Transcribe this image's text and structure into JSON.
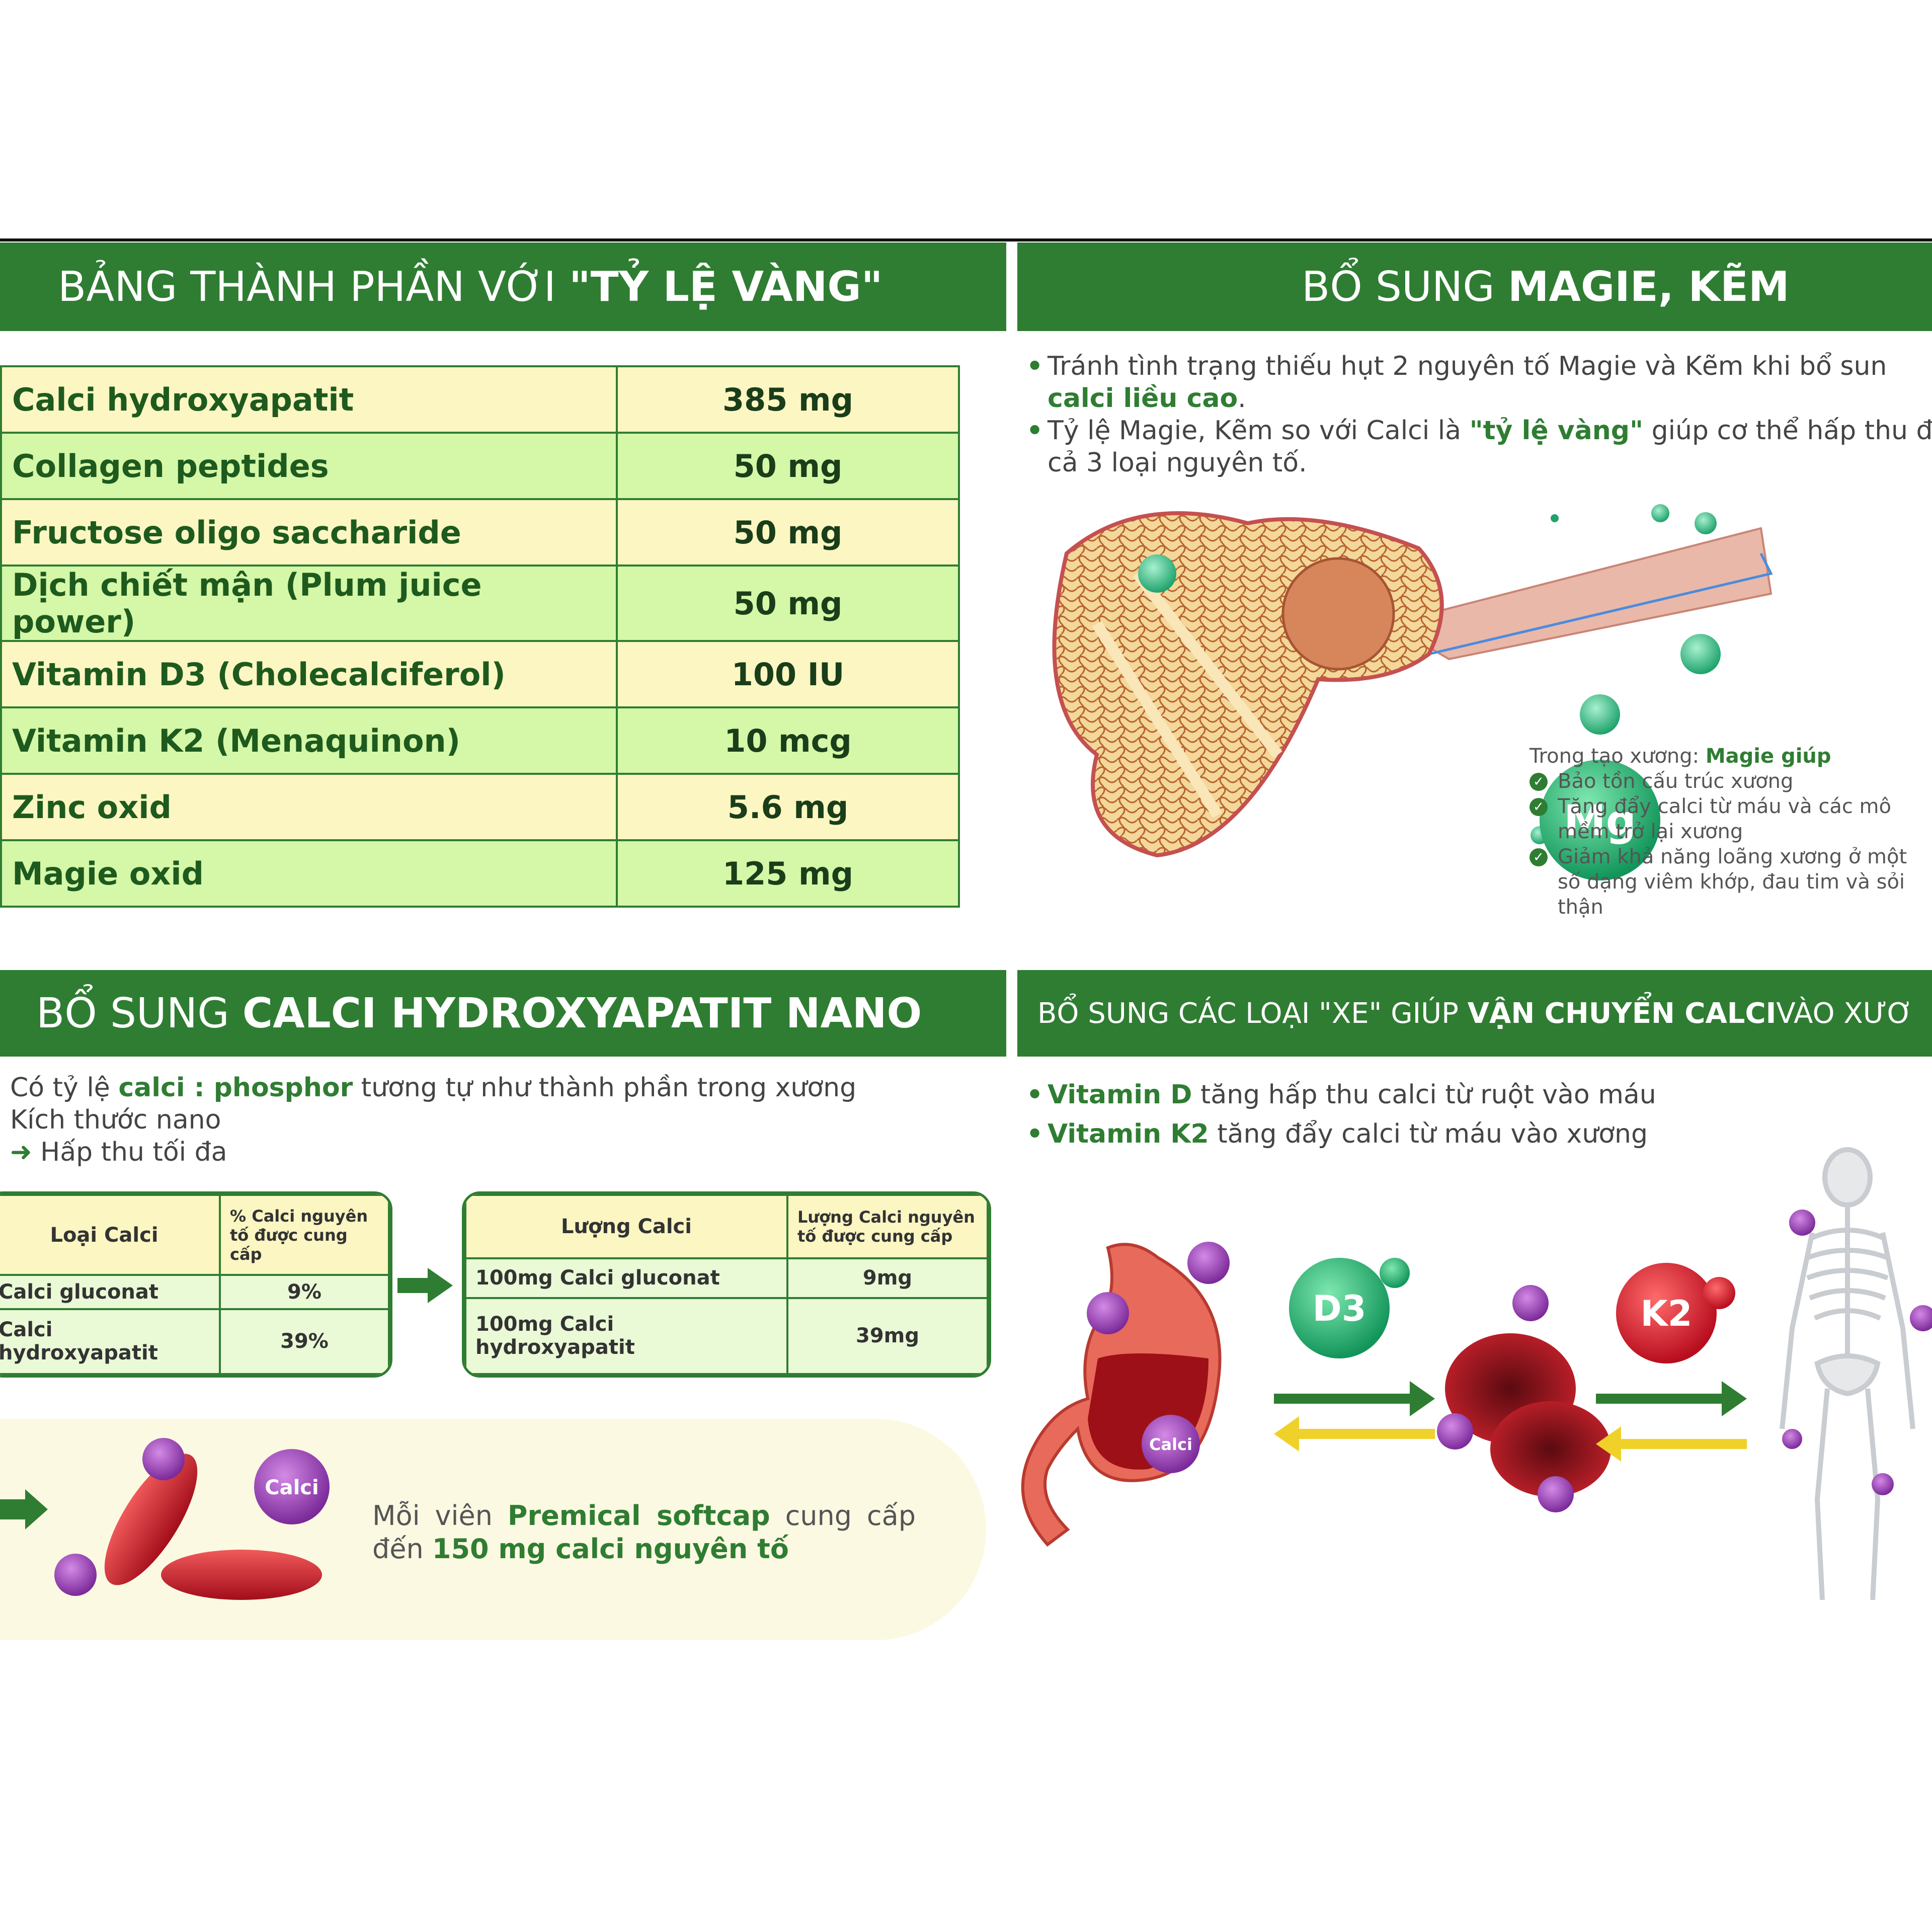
{
  "banners": {
    "b1_light": "BẢNG THÀNH PHẦN VỚI ",
    "b1_bold": "\"TỶ LỆ VÀNG\"",
    "b2_light": "BỔ SUNG ",
    "b2_bold": "MAGIE, KẼM",
    "b3_light": "BỔ SUNG ",
    "b3_bold": "CALCI HYDROXYAPATIT NANO",
    "b4_light1": "BỔ SUNG CÁC LOẠI \"XE\" GIÚP ",
    "b4_bold": "VẬN CHUYỂN CALCI",
    "b4_light2": " VÀO XƯƠ"
  },
  "ingredients": [
    {
      "name": "Calci hydroxyapatit",
      "value": "385 mg"
    },
    {
      "name": "Collagen peptides",
      "value": "50 mg"
    },
    {
      "name": "Fructose oligo saccharide",
      "value": "50 mg"
    },
    {
      "name": "Dịch chiết mận (Plum juice power)",
      "value": "50 mg"
    },
    {
      "name": "Vitamin D3 (Cholecalciferol)",
      "value": "100 IU"
    },
    {
      "name": "Vitamin K2 (Menaquinon)",
      "value": "10 mcg"
    },
    {
      "name": "Zinc oxid",
      "value": "5.6 mg"
    },
    {
      "name": "Magie oxid",
      "value": "125 mg"
    }
  ],
  "magie": {
    "bullet1_a": "Tránh tình trạng thiếu hụt 2 nguyên tố Magie và Kẽm khi bổ sun",
    "bullet1_b": "calci liều cao",
    "bullet1_c": ".",
    "bullet2_a": "Tỷ lệ Magie, Kẽm so với Calci là ",
    "bullet2_b": "\"tỷ lệ vàng\"",
    "bullet2_c": " giúp cơ thể hấp thu để",
    "bullet2_d": "cả 3 loại nguyên tố.",
    "mg_label": "Mg",
    "note_title_a": "Trong tạo xương: ",
    "note_title_b": "Magie giúp",
    "note_items": [
      "Bảo tồn cấu trúc xương",
      "Tăng đẩy calci từ máu và các mô mềm trở lại xương",
      "Giảm khả năng loãng xương ở một số dạng viêm khớp, đau tim và sỏi thận"
    ]
  },
  "nano": {
    "line1_a": "Có tỷ lệ ",
    "line1_b": "calci : phosphor",
    "line1_c": " tương tự như thành phần trong xương",
    "line2": "Kích thước nano",
    "line3": "Hấp thu tối đa",
    "t1_head": [
      "Loại Calci",
      "% Calci nguyên tố được cung cấp"
    ],
    "t1_rows": [
      [
        "Calci gluconat",
        "9%"
      ],
      [
        "Calci hydroxyapatit",
        "39%"
      ]
    ],
    "t2_head": [
      "Lượng Calci",
      "Lượng Calci nguyên tố được cung cấp"
    ],
    "t2_rows": [
      [
        "100mg Calci gluconat",
        "9mg"
      ],
      [
        "100mg Calci hydroxyapatit",
        "39mg"
      ]
    ],
    "soft_a": "Mỗi viên ",
    "soft_b": "Premical softcap",
    "soft_c": " cung cấp đến ",
    "soft_d": "150 mg calci nguyên tố",
    "calci_label": "Calci"
  },
  "vitamins": {
    "v1_a": "Vitamin D",
    "v1_b": " tăng hấp thu calci từ ruột vào máu",
    "v2_a": "Vitamin K2",
    "v2_b": " tăng đẩy calci từ máu vào xương",
    "d3_label": "D3",
    "k2_label": "K2",
    "calci_label": "Calci"
  },
  "colors": {
    "green": "#2f7d32",
    "yellow_row": "#fbf6c2",
    "green_row": "#d4f7a8",
    "mg": "#1aa86a",
    "calci": "#9b3fb5",
    "k2": "#d6152a"
  }
}
